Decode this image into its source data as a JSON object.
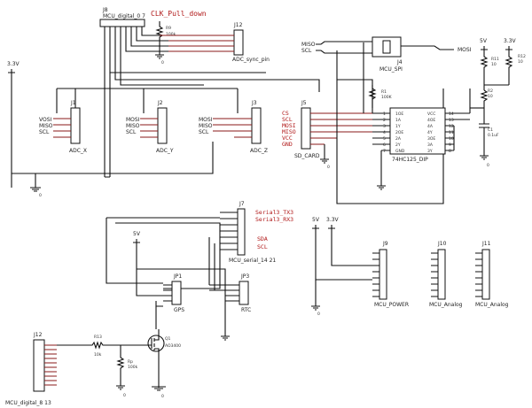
{
  "title_label": "CLK_Pull_down",
  "rails": {
    "v33_left": "3.3V",
    "v5_top": "5V",
    "v33_top": "3.3V",
    "v5_mid": "5V",
    "v5_low": "5V",
    "v33_low": "3.3V",
    "gnd": "0"
  },
  "components": {
    "J8": {
      "ref": "J8",
      "value": "MCU_digital_0 7"
    },
    "R9": {
      "ref": "R9",
      "value": "100k"
    },
    "J12_top": {
      "ref": "J12",
      "value": "ADC_sync_pin"
    },
    "J1": {
      "ref": "J1",
      "value": "ADC_X",
      "pins": [
        "VOSI",
        "MISO",
        "SCL"
      ]
    },
    "J2": {
      "ref": "J2",
      "value": "ADC_Y",
      "pins": [
        "MOSI",
        "MISO",
        "SCL"
      ]
    },
    "J3": {
      "ref": "J3",
      "value": "ADC_Z",
      "pins": [
        "MOSI",
        "MISO",
        "SCL"
      ]
    },
    "J5": {
      "ref": "J5",
      "value": "SD_CARD",
      "pins": [
        "CS",
        "SCL",
        "MOSI",
        "MISO",
        "VCC",
        "GND"
      ]
    },
    "J4": {
      "ref": "J4",
      "value": "MCU_SPI",
      "left_pins": [
        "MISO",
        "SCL"
      ],
      "right_pin": "MOSI"
    },
    "R1": {
      "ref": "R1",
      "value": "100K"
    },
    "U1": {
      "ref": "U1",
      "value": "74HC125_DIP",
      "left_pins": [
        "1OE",
        "1A",
        "1Y",
        "2OE",
        "2A",
        "2Y",
        "GND"
      ],
      "right_pins": [
        "VCC",
        "4OE",
        "4A",
        "4Y",
        "3OE",
        "3A",
        "3Y"
      ],
      "left_nums": [
        "1",
        "2",
        "3",
        "4",
        "5",
        "6",
        "7"
      ],
      "right_nums": [
        "14",
        "13",
        "12",
        "11",
        "10",
        "9",
        "8"
      ]
    },
    "R11": {
      "ref": "R11",
      "value": "10"
    },
    "R12": {
      "ref": "R12",
      "value": "10"
    },
    "R2": {
      "ref": "R2",
      "value": "10"
    },
    "C1": {
      "ref": "C1",
      "value": "0.1uF"
    },
    "J7": {
      "ref": "J7",
      "value": "MCU_serial_14 21",
      "labels": [
        "Serial3_TX3",
        "Serial3_RX3",
        "SDA",
        "SCL"
      ]
    },
    "JP1": {
      "ref": "JP1",
      "value": "GPS"
    },
    "JP3": {
      "ref": "JP3",
      "value": "RTC"
    },
    "J9": {
      "ref": "J9",
      "value": "MCU_POWER"
    },
    "J10": {
      "ref": "J10",
      "value": "MCU_Analog"
    },
    "J11": {
      "ref": "J11",
      "value": "MCU_Analog"
    },
    "J12_bottom": {
      "ref": "J12",
      "value": "MCU_digital_8 13"
    },
    "R13": {
      "ref": "R13",
      "value": "10k"
    },
    "Rp": {
      "ref": "Rp",
      "value": "100k"
    },
    "Q1": {
      "ref": "Q1",
      "value": "AO3400"
    }
  }
}
